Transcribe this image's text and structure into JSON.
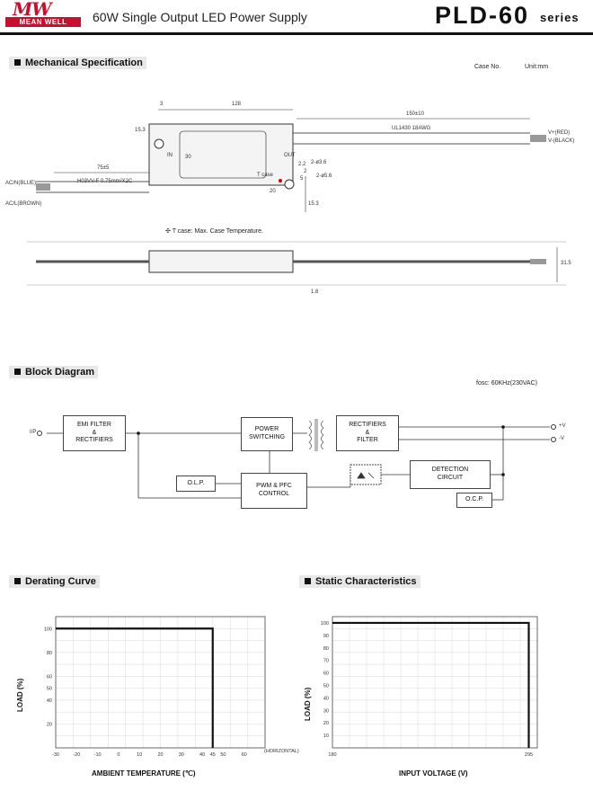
{
  "header": {
    "logo_mark": "MW",
    "logo_text": "MEAN WELL",
    "title": "60W Single Output  LED Power Supply",
    "model": "PLD-60",
    "series": "series"
  },
  "mechanical": {
    "section_title": "Mechanical Specification",
    "case_no": "Case No.",
    "unit": "Unit:mm",
    "dims": {
      "top_width": "128",
      "left_3": "3",
      "left_15_3": "15.3",
      "output_len": "150±10",
      "output_cable": "UL1430 18AWG",
      "input_len": "75±5",
      "input_cable": "H03VV-F 0.75mm²X2C",
      "body_30": "30",
      "body_20": "20",
      "right_15_3": "15.3",
      "hole_a": "2-ø3.6",
      "hole_b": "2-ø5.6",
      "right_2_2": "2.2",
      "right_5": "5",
      "right_2": "2",
      "side_31_5": "31.5",
      "side_1_8": "1.8",
      "in_label": "IN",
      "out_label": "OUT",
      "tcase_mark": "T case"
    },
    "wires": {
      "v_plus": "V+(RED)",
      "v_minus": "V-(BLACK)",
      "ac_n": "AC/N(BLUE)",
      "ac_l": "AC/L(BROWN)"
    },
    "tcase_note": "T case: Max. Case Temperature."
  },
  "block": {
    "section_title": "Block Diagram",
    "fosc": "fosc: 60KHz(230VAC)",
    "ip": "I/P",
    "emi": [
      "EMI FILTER",
      "&",
      "RECTIFIERS"
    ],
    "power": [
      "POWER",
      "SWITCHING"
    ],
    "rect": [
      "RECTIFIERS",
      "&",
      "FILTER"
    ],
    "olp": "O.L.P.",
    "pwm": [
      "PWM & PFC",
      "CONTROL"
    ],
    "detect": [
      "DETECTION",
      "CIRCUIT"
    ],
    "ocp": "O.C.P.",
    "vplus": "+V",
    "vminus": "-V"
  },
  "derating": {
    "section_title": "Derating Curve",
    "ylabel": "LOAD (%)",
    "xlabel": "AMBIENT TEMPERATURE (℃)",
    "x_suffix": "(HORIZONTAL)"
  },
  "static": {
    "section_title": "Static Characteristics",
    "ylabel": "LOAD (%)",
    "xlabel": "INPUT VOLTAGE (V)"
  },
  "chart_data": [
    {
      "type": "line",
      "title": "Derating Curve",
      "xlabel": "AMBIENT TEMPERATURE (℃)",
      "ylabel": "LOAD (%)",
      "x_ticks": [
        "-30",
        "-20",
        "-10",
        "0",
        "10",
        "20",
        "30",
        "40",
        "45",
        "50",
        "60"
      ],
      "y_ticks": [
        "20",
        "40",
        "50",
        "60",
        "80",
        "100"
      ],
      "x": [
        -30,
        45,
        45
      ],
      "y": [
        100,
        100,
        0
      ],
      "xlim": [
        -30,
        70
      ],
      "ylim": [
        0,
        110
      ],
      "grid": true
    },
    {
      "type": "line",
      "title": "Static Characteristics",
      "xlabel": "INPUT VOLTAGE (V)",
      "ylabel": "LOAD (%)",
      "x_ticks": [
        "180",
        "295"
      ],
      "y_ticks": [
        "10",
        "20",
        "30",
        "40",
        "50",
        "60",
        "70",
        "80",
        "90",
        "100"
      ],
      "x": [
        180,
        295,
        295
      ],
      "y": [
        100,
        100,
        0
      ],
      "xlim": [
        180,
        300
      ],
      "ylim": [
        0,
        105
      ],
      "grid": true
    }
  ]
}
